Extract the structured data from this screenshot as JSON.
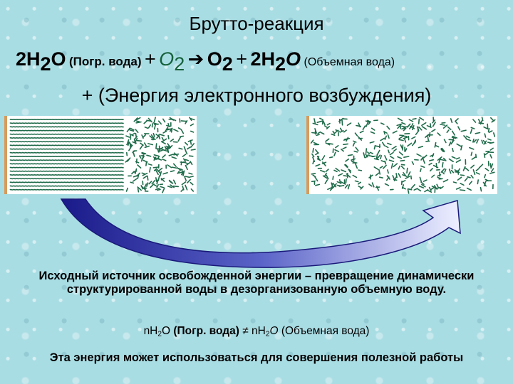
{
  "title": "Брутто-реакция",
  "equation": {
    "coef_left": "2H",
    "sub2": "2",
    "o": "O",
    "paren_left": "(Погр. вода)",
    "plus": "+",
    "o2_italic": "O",
    "arrow": "➔",
    "o2": "O",
    "plus2": "+",
    "coef_right": "2H",
    "paren_right": "(Объемная вода)"
  },
  "energy_line": "+ (Энергия электронного возбуждения)",
  "caption": "Исходный источник освобожденной энергии – превращение динамически структурированной воды в дезорганизованную объемную воду.",
  "inequality": {
    "n_left": "nH",
    "o": "O",
    "paren_left": "(Погр. вода)",
    "neq": "≠",
    "n_right": "nH",
    "paren_right": "(Объемная вода)"
  },
  "note": "Эта энергия может использоваться для совершения полезной работы",
  "colors": {
    "background": "#a9dde4",
    "molecule": "#1f6b4a",
    "arrow_dark": "#1a1a8a",
    "arrow_light": "#e8ecff"
  }
}
